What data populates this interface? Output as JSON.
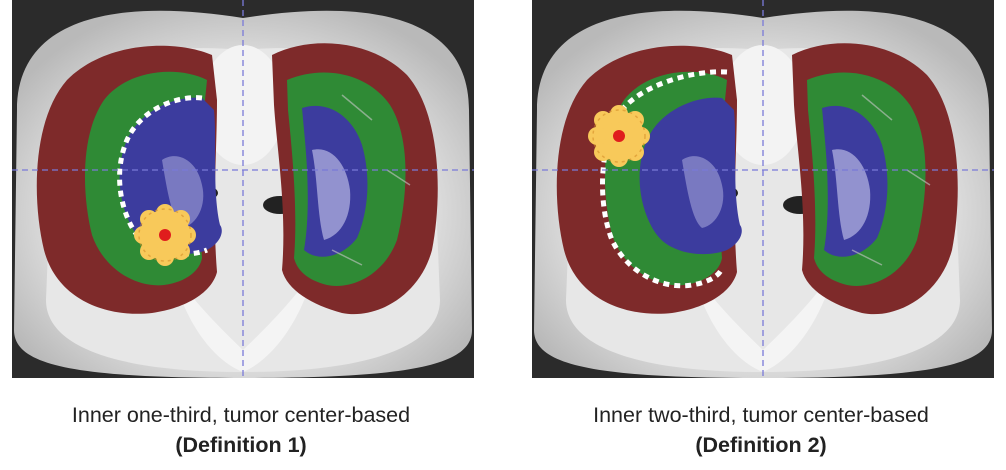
{
  "panels": [
    {
      "caption_line1": "Inner one-third, tumor center-based",
      "caption_line2": "(Definition 1)"
    },
    {
      "caption_line1": "Inner two-third, tumor center-based",
      "caption_line2": "(Definition 2)"
    }
  ],
  "colors": {
    "outer_zone": "#7e2a2a",
    "middle_zone": "#2f8a35",
    "inner_zone": "#3c3c9e",
    "tumor_fill": "#f8c95a",
    "tumor_center": "#e01d1d",
    "guide_lines": "#7a7ad8",
    "boundary_dots": "#ffffff"
  }
}
